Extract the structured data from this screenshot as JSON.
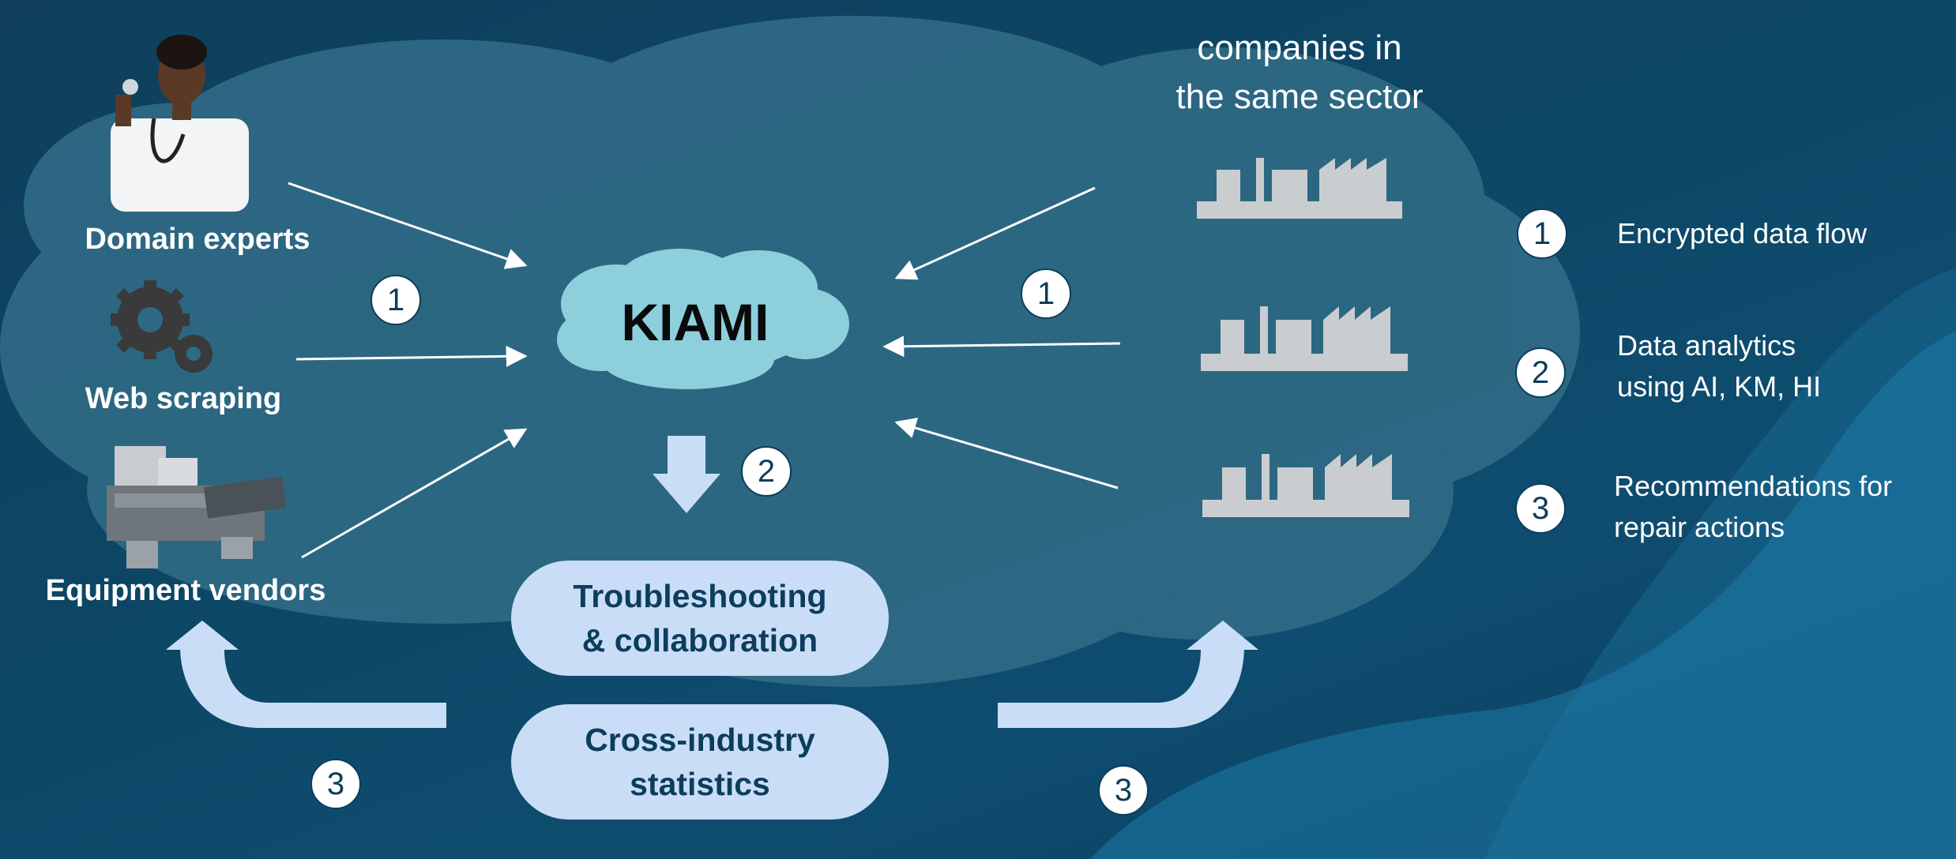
{
  "central": {
    "label": "KIAMI"
  },
  "sources": {
    "domain_experts": "Domain experts",
    "web_scraping": "Web scraping",
    "equipment_vendors": "Equipment vendors"
  },
  "companies_caption": {
    "line1": "companies in",
    "line2": "the same sector"
  },
  "outputs": {
    "troubleshooting": {
      "line1": "Troubleshooting",
      "line2": "& collaboration"
    },
    "statistics": {
      "line1": "Cross-industry",
      "line2": "statistics"
    }
  },
  "step_numbers": {
    "one": "1",
    "two": "2",
    "three": "3"
  },
  "legend": [
    {
      "num": "1",
      "line1": "Encrypted data flow",
      "line2": ""
    },
    {
      "num": "2",
      "line1": "Data analytics",
      "line2": "using AI, KM, HI"
    },
    {
      "num": "3",
      "line1": "Recommendations for",
      "line2": "repair actions"
    }
  ],
  "colors": {
    "background": "#0e4a6b",
    "cloud": "#2f6a85",
    "kiami_cloud": "#8ecfdc",
    "pill": "#c9def6",
    "arrow_light": "#c9def6",
    "text_dark": "#0d3d5c"
  }
}
